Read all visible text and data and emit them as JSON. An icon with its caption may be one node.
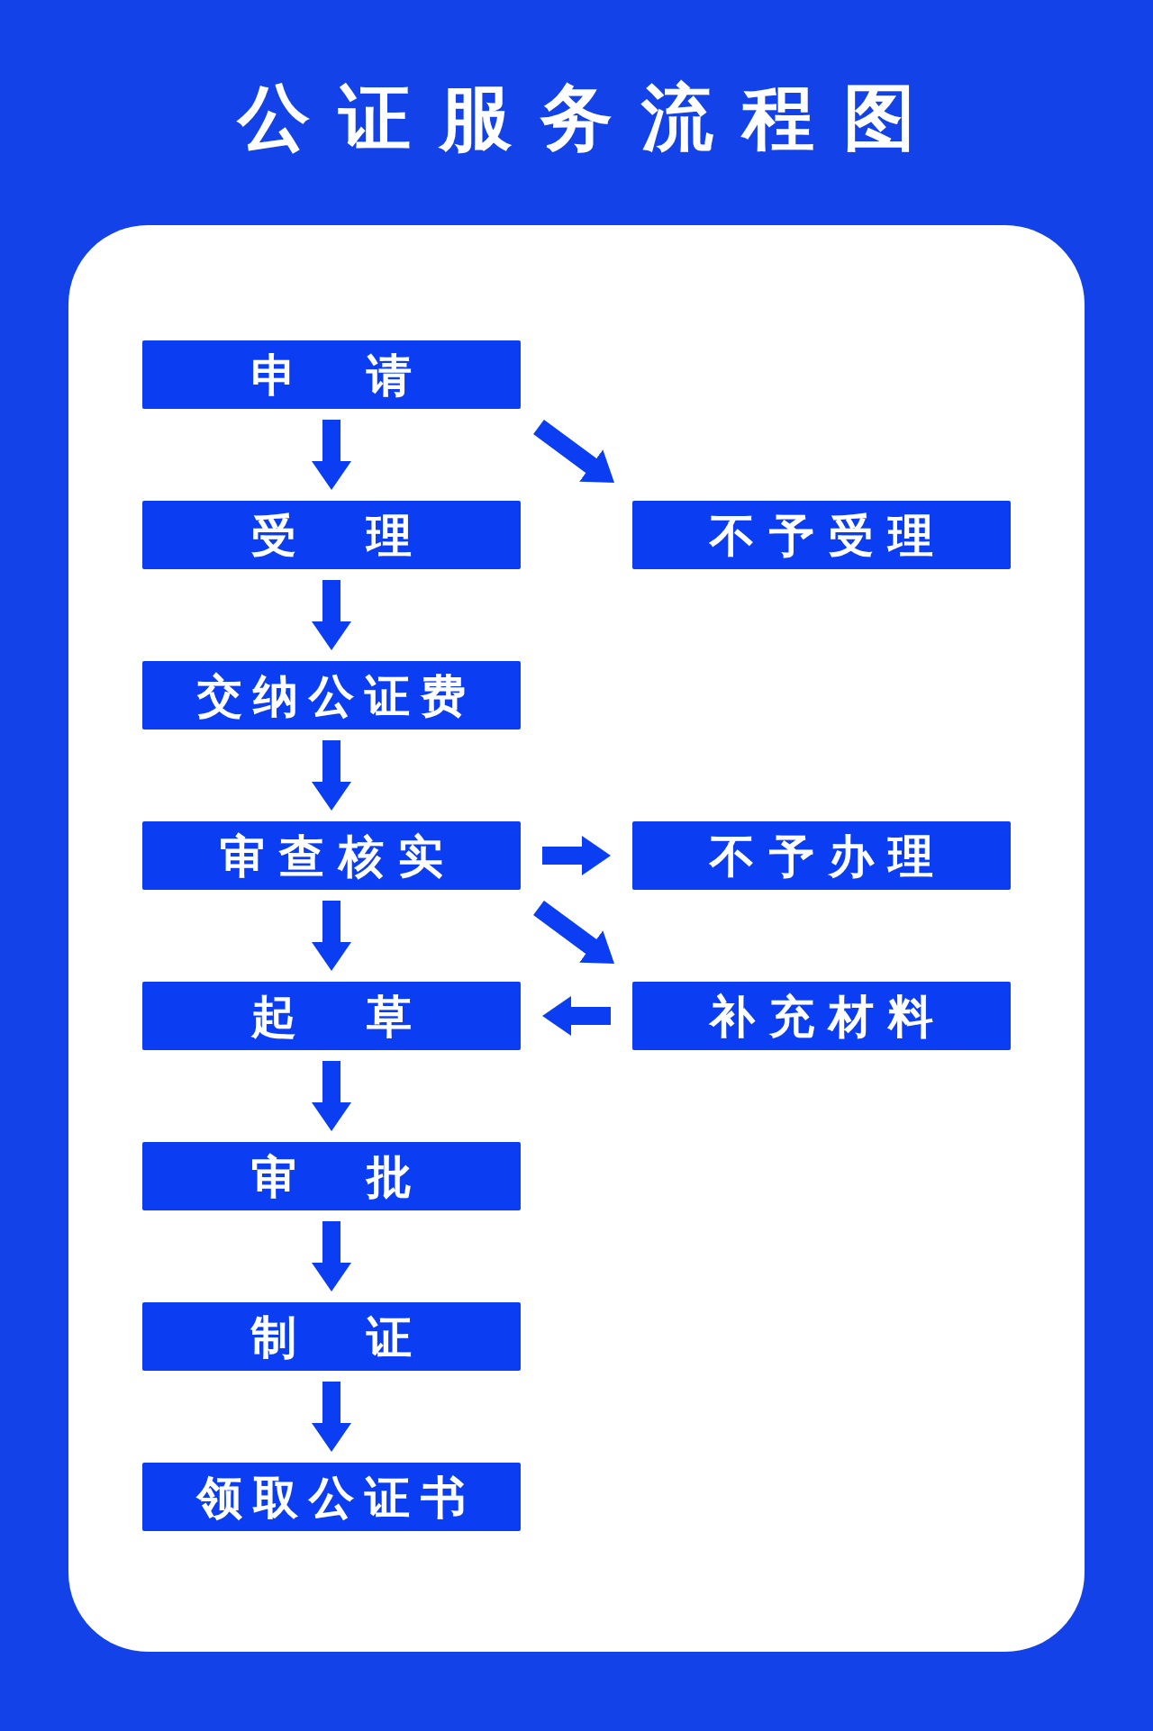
{
  "diagram": {
    "title": "公证服务流程图",
    "nodes": [
      {
        "text": [
          "申请"
        ]
      },
      {
        "text": [
          "受理"
        ]
      },
      {
        "text": [
          "不予受理"
        ]
      },
      {
        "text": [
          "交纳公证费"
        ]
      },
      {
        "text": [
          "审查核实"
        ]
      },
      {
        "text": [
          "不予办理"
        ]
      },
      {
        "text": [
          "起草"
        ]
      },
      {
        "text": [
          "补充材料"
        ]
      },
      {
        "text": [
          "审批"
        ]
      },
      {
        "text": [
          "制证"
        ]
      },
      {
        "text": [
          "领取公证书"
        ]
      }
    ],
    "edges": [
      {
        "from": 0,
        "to": 1,
        "arrow": "to"
      },
      {
        "from": 0,
        "to": 2,
        "arrow": "to"
      },
      {
        "from": 1,
        "to": 3,
        "arrow": "to"
      },
      {
        "from": 3,
        "to": 4,
        "arrow": "to"
      },
      {
        "from": 4,
        "to": 5,
        "arrow": "to"
      },
      {
        "from": 4,
        "to": 7,
        "arrow": "to"
      },
      {
        "from": 7,
        "to": 6,
        "arrow": "to"
      },
      {
        "from": 4,
        "to": 6,
        "arrow": "to"
      },
      {
        "from": 6,
        "to": 8,
        "arrow": "to"
      },
      {
        "from": 8,
        "to": 9,
        "arrow": "to"
      },
      {
        "from": 9,
        "to": 10,
        "arrow": "to"
      }
    ]
  }
}
